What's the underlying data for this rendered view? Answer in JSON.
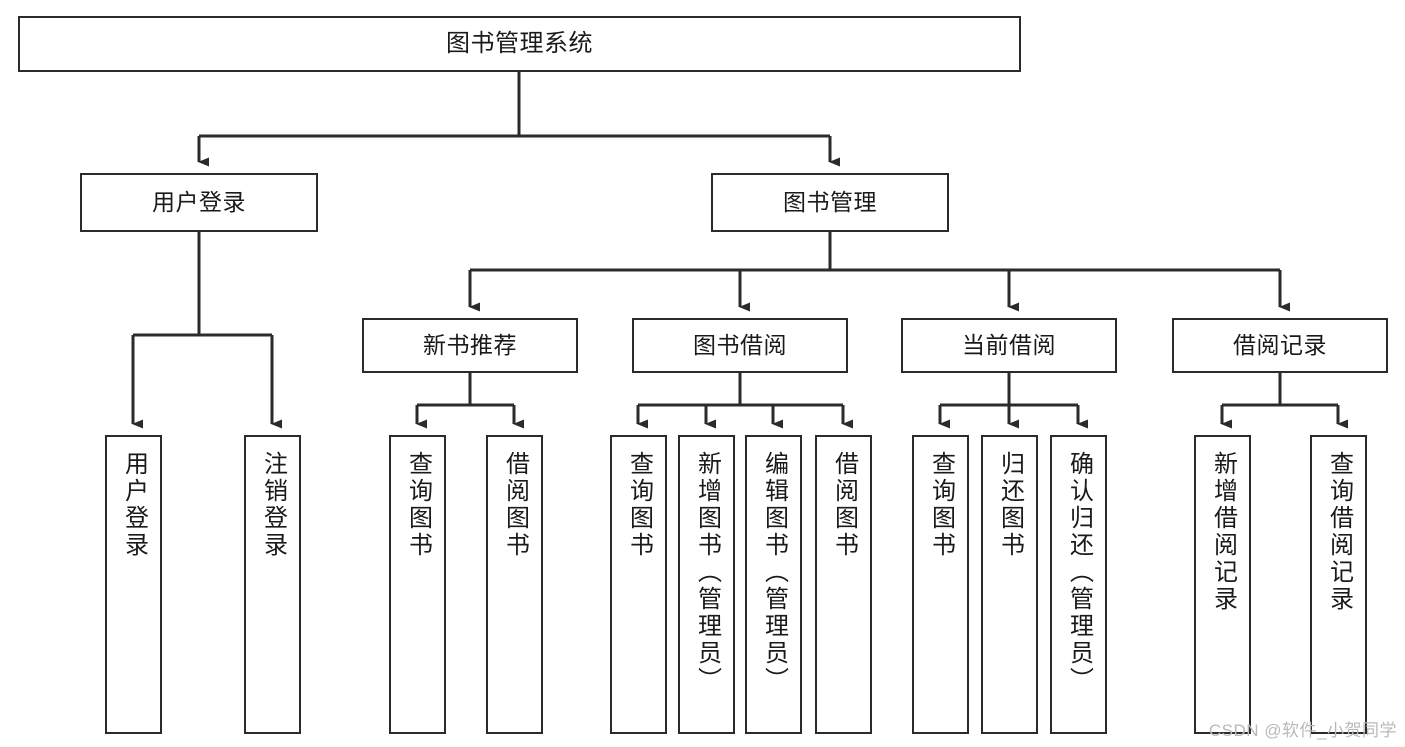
{
  "diagram": {
    "title": "图书管理系统",
    "type": "tree-hierarchy-chart",
    "watermark": "CSDN @软件_小贺同学",
    "colors": {
      "stroke": "#2b2b2b",
      "fill": "#ffffff",
      "text": "#1a1a1a",
      "watermark": "#b9b9b9"
    }
  },
  "nodes": {
    "root": {
      "label": "图书管理系统",
      "orientation": "horizontal"
    },
    "level1": [
      {
        "id": "user-login",
        "label": "用户登录",
        "orientation": "horizontal"
      },
      {
        "id": "book-manage",
        "label": "图书管理",
        "orientation": "horizontal"
      }
    ],
    "level2": [
      {
        "id": "new-book-recommend",
        "label": "新书推荐",
        "orientation": "horizontal"
      },
      {
        "id": "book-borrow",
        "label": "图书借阅",
        "orientation": "horizontal"
      },
      {
        "id": "current-borrow",
        "label": "当前借阅",
        "orientation": "horizontal"
      },
      {
        "id": "borrow-record",
        "label": "借阅记录",
        "orientation": "horizontal"
      }
    ],
    "leaves": [
      {
        "id": "leaf-user-login",
        "label": "用户登录",
        "parent": "user-login",
        "orientation": "vertical"
      },
      {
        "id": "leaf-logout-login",
        "label": "注销登录",
        "parent": "user-login",
        "orientation": "vertical"
      },
      {
        "id": "leaf-query-book-1",
        "label": "查询图书",
        "parent": "new-book-recommend",
        "orientation": "vertical"
      },
      {
        "id": "leaf-borrow-book-1",
        "label": "借阅图书",
        "parent": "new-book-recommend",
        "orientation": "vertical"
      },
      {
        "id": "leaf-query-book-2",
        "label": "查询图书",
        "parent": "book-borrow",
        "orientation": "vertical"
      },
      {
        "id": "leaf-add-book",
        "label": "新增图书（管理员）",
        "parent": "book-borrow",
        "orientation": "vertical"
      },
      {
        "id": "leaf-edit-book",
        "label": "编辑图书（管理员）",
        "parent": "book-borrow",
        "orientation": "vertical"
      },
      {
        "id": "leaf-borrow-book-2",
        "label": "借阅图书",
        "parent": "book-borrow",
        "orientation": "vertical"
      },
      {
        "id": "leaf-query-book-3",
        "label": "查询图书",
        "parent": "current-borrow",
        "orientation": "vertical"
      },
      {
        "id": "leaf-return-book",
        "label": "归还图书",
        "parent": "current-borrow",
        "orientation": "vertical"
      },
      {
        "id": "leaf-confirm-return",
        "label": "确认归还（管理员）",
        "parent": "current-borrow",
        "orientation": "vertical"
      },
      {
        "id": "leaf-add-record",
        "label": "新增借阅记录",
        "parent": "borrow-record",
        "orientation": "vertical"
      },
      {
        "id": "leaf-query-record",
        "label": "查询借阅记录",
        "parent": "borrow-record",
        "orientation": "vertical"
      }
    ]
  }
}
